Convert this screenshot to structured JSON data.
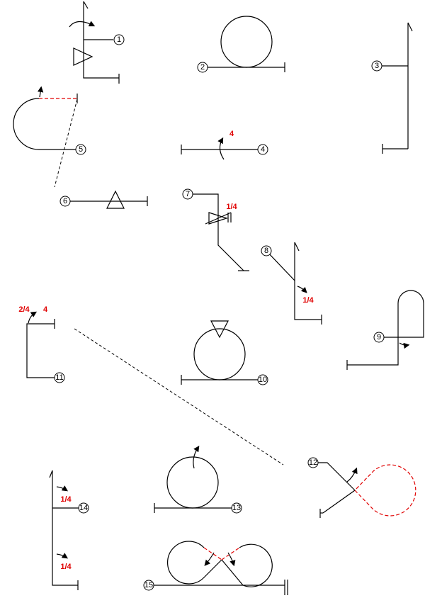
{
  "figures": [
    {
      "id": "1",
      "label": "1"
    },
    {
      "id": "2",
      "label": "2"
    },
    {
      "id": "3",
      "label": "3"
    },
    {
      "id": "4",
      "label": "4",
      "notes": [
        "4"
      ]
    },
    {
      "id": "5",
      "label": "5"
    },
    {
      "id": "6",
      "label": "6"
    },
    {
      "id": "7",
      "label": "7",
      "notes": [
        "1/4"
      ]
    },
    {
      "id": "8",
      "label": "8",
      "notes": [
        "1/4"
      ]
    },
    {
      "id": "9",
      "label": "9"
    },
    {
      "id": "10",
      "label": "10"
    },
    {
      "id": "11",
      "label": "11",
      "notes": [
        "2/4",
        "4"
      ]
    },
    {
      "id": "12",
      "label": "12"
    },
    {
      "id": "13",
      "label": "13"
    },
    {
      "id": "14",
      "label": "14",
      "notes": [
        "1/4",
        "1/4"
      ]
    },
    {
      "id": "15",
      "label": "15"
    }
  ],
  "colors": {
    "line": "#000000",
    "annotation": "#e00000"
  }
}
